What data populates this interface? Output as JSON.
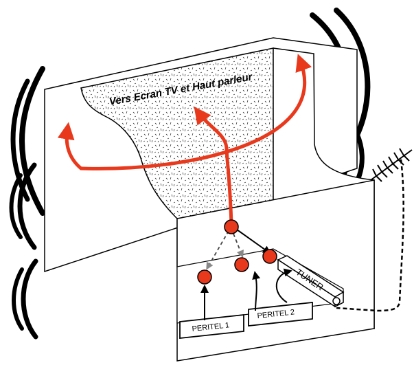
{
  "diagram": {
    "heading": "Vers Ecran TV et Haut parleur",
    "peritel_1": "PERITEL 1",
    "peritel_2": "PERITEL 2",
    "tuner": "TUNER"
  },
  "colors": {
    "signal": "#e8391d",
    "node_fill": "#e8391d",
    "outline": "#000000",
    "dashed": "#555555",
    "grey_arrow": "#888888"
  },
  "icons": [
    "speaker-wave-icon",
    "antenna-icon"
  ]
}
